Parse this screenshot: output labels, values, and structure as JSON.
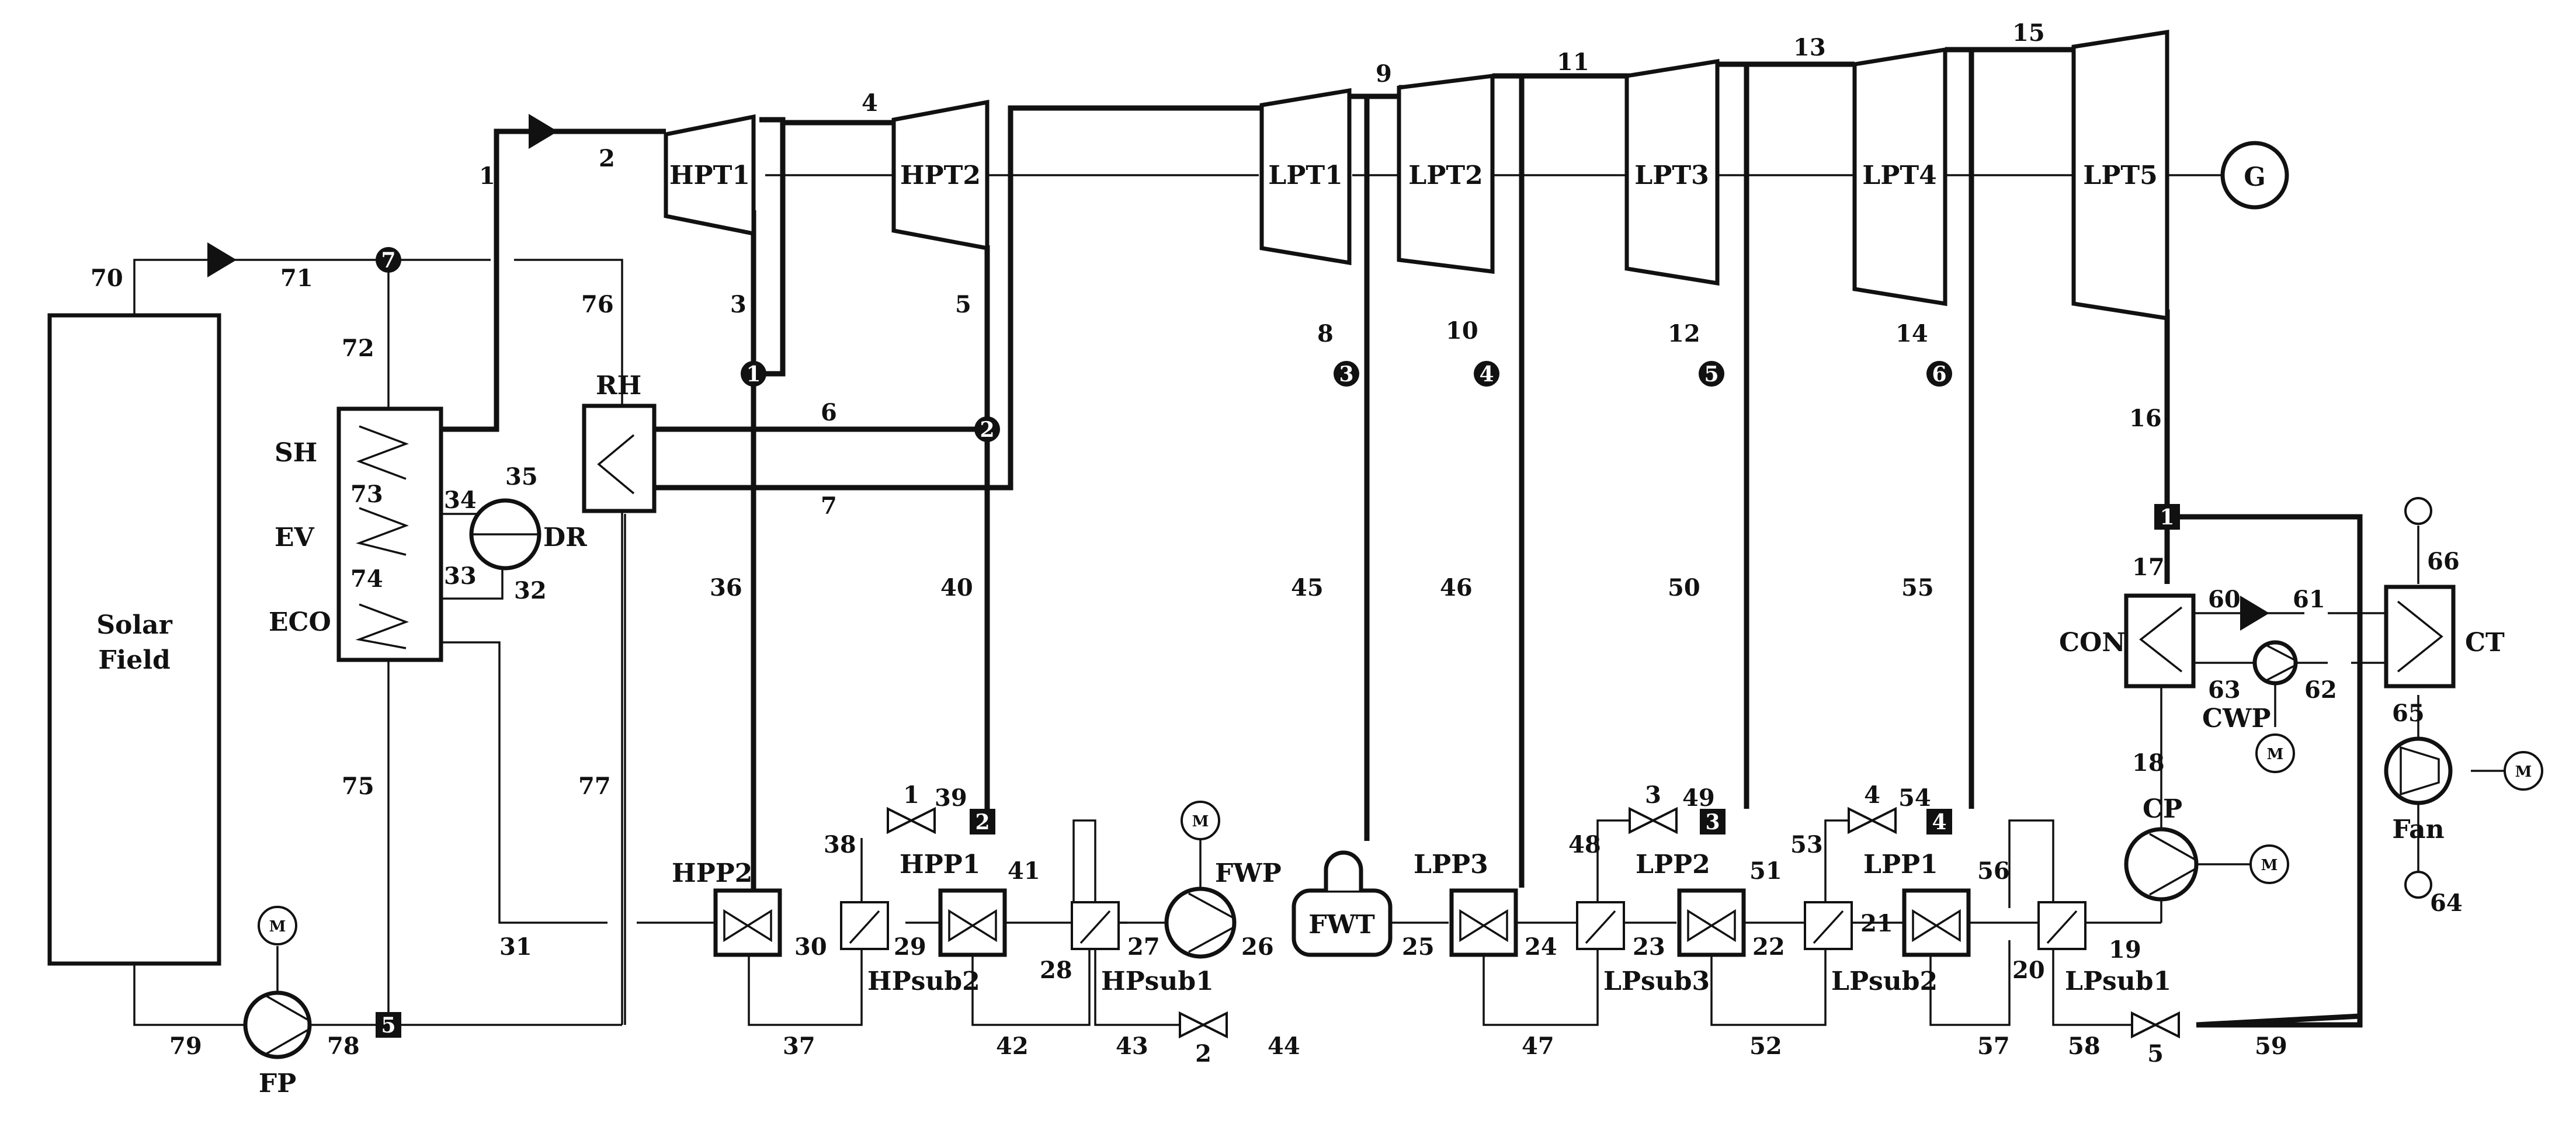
{
  "components": {
    "turbines": [
      "HPT1",
      "HPT2",
      "LPT1",
      "LPT2",
      "LPT3",
      "LPT4",
      "LPT5"
    ],
    "generator": "G",
    "solar_field": [
      "Solar",
      "Field"
    ],
    "boiler": [
      "SH",
      "EV",
      "ECO"
    ],
    "drum": "DR",
    "reheater": "RH",
    "hp_preheaters": [
      "HPP2",
      "HPP1"
    ],
    "hp_subcoolers": [
      "HPsub2",
      "HPsub1"
    ],
    "lp_preheaters": [
      "LPP3",
      "LPP2",
      "LPP1"
    ],
    "lp_subcoolers": [
      "LPsub3",
      "LPsub2",
      "LPsub1"
    ],
    "feedwater_tank": "FWT",
    "pumps": {
      "feedwater": "FWP",
      "condensate": "CP",
      "cooling_water": "CWP",
      "field": "FP"
    },
    "condenser": "CON",
    "cooling_tower": "CT",
    "fan": "Fan",
    "motor": "M"
  },
  "extraction_nodes": [
    "1",
    "2",
    "3",
    "4",
    "5",
    "6",
    "7"
  ],
  "mixing_nodes": [
    "2",
    "3",
    "4",
    "5",
    "1"
  ],
  "valves": [
    "1",
    "2",
    "3",
    "4",
    "5"
  ],
  "stream_numbers": [
    "1",
    "2",
    "3",
    "4",
    "5",
    "6",
    "7",
    "8",
    "9",
    "10",
    "11",
    "12",
    "13",
    "14",
    "15",
    "16",
    "17",
    "18",
    "19",
    "20",
    "21",
    "22",
    "23",
    "24",
    "25",
    "26",
    "27",
    "28",
    "29",
    "30",
    "31",
    "32",
    "33",
    "34",
    "35",
    "36",
    "37",
    "38",
    "39",
    "40",
    "41",
    "42",
    "43",
    "44",
    "45",
    "46",
    "47",
    "48",
    "49",
    "50",
    "51",
    "52",
    "53",
    "54",
    "55",
    "56",
    "57",
    "58",
    "59",
    "60",
    "61",
    "62",
    "63",
    "64",
    "65",
    "66",
    "70",
    "71",
    "72",
    "73",
    "74",
    "75",
    "76",
    "77",
    "78",
    "79"
  ]
}
